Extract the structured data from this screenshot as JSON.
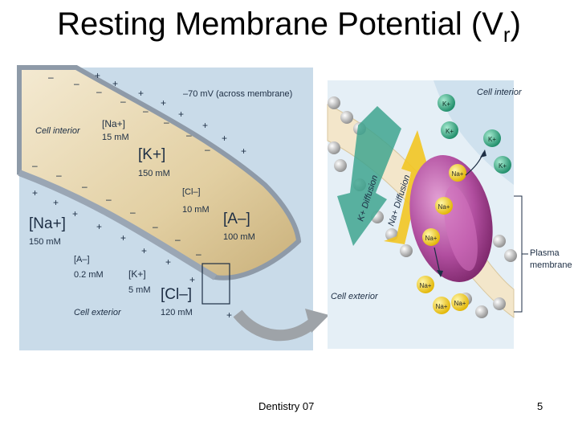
{
  "slide": {
    "title_main": "Resting Membrane Potential (V",
    "title_sub": "r",
    "title_end": ")",
    "footer_center": "Dentistry 07",
    "page_number": "5"
  },
  "left_figure": {
    "membrane_potential": "–70 mV (across membrane)",
    "cell_interior": "Cell interior",
    "cell_exterior": "Cell exterior",
    "na_in_ion": "[Na+]",
    "na_in_conc": "15 mM",
    "k_in_ion": "[K+]",
    "k_in_conc": "150 mM",
    "cl_in_ion": "[Cl–]",
    "cl_in_conc": "10 mM",
    "a_in_ion": "[A–]",
    "a_in_conc": "100 mM",
    "na_out_ion": "[Na+]",
    "na_out_conc": "150 mM",
    "a_out_ion": "[A–]",
    "a_out_conc": "0.2 mM",
    "k_out_ion": "[K+]",
    "k_out_conc": "5 mM",
    "cl_out_ion": "[Cl–]",
    "cl_out_conc": "120 mM"
  },
  "right_figure": {
    "cell_interior": "Cell interior",
    "cell_exterior": "Cell exterior",
    "plasma": "Plasma",
    "membrane": "membrane",
    "k_diffusion": "K+ Diffusion",
    "na_diffusion": "Na+ Diffusion",
    "k_ion": "K+",
    "na_ion": "Na+"
  }
}
